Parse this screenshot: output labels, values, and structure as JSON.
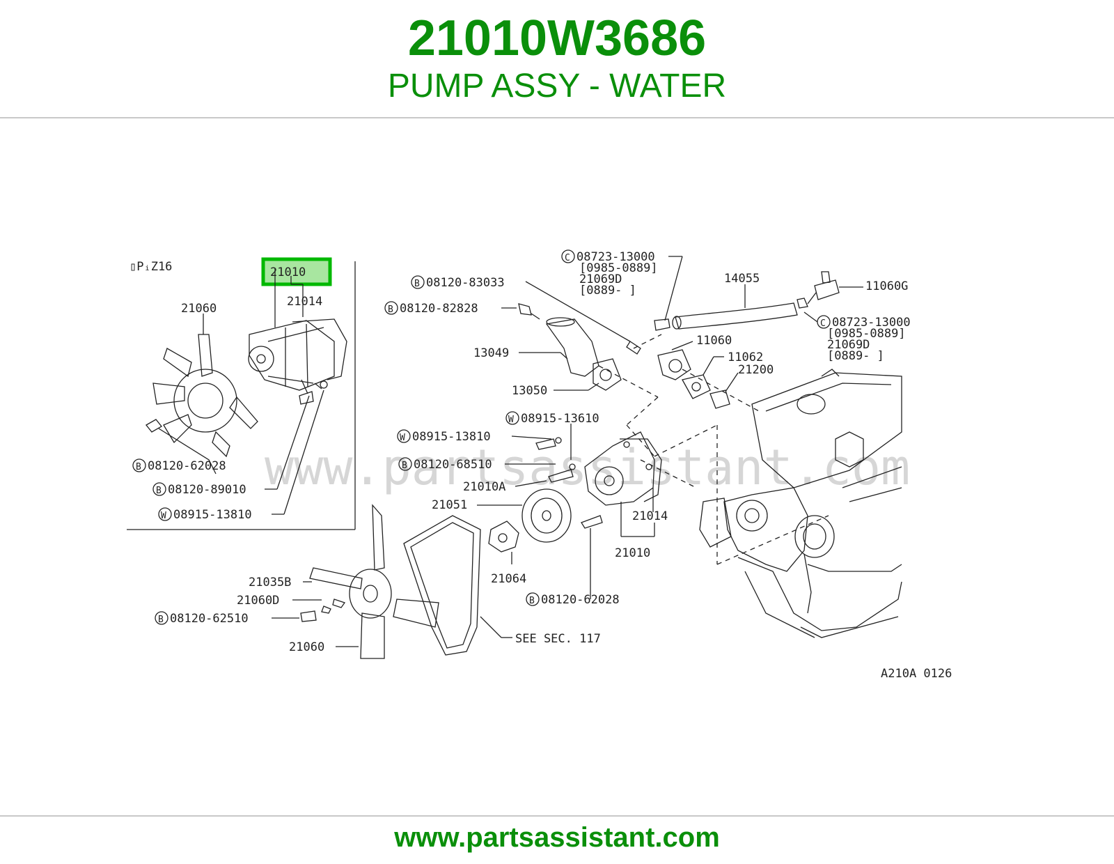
{
  "header": {
    "part_number": "21010W3686",
    "part_name": "PUMP ASSY - WATER"
  },
  "footer": {
    "url": "www.partsassistant.com"
  },
  "diagram": {
    "watermark": "www.partsassistant.com",
    "inset_title": "▯PᵢZ16",
    "highlighted_callout": "21010",
    "figure_code": "A210A 0126",
    "see_section": "SEE SEC. 117",
    "colors": {
      "highlight": "#00b800",
      "highlight_fill": "#a8e6a0",
      "line": "#222222"
    },
    "labels": {
      "inset_21014": "21014",
      "inset_21060": "21060",
      "inset_b_62028": "08120-62028",
      "inset_b_89010": "08120-89010",
      "inset_w_13810": "08915-13810",
      "c_13000_top": "08723-13000",
      "bracket_0985_top": "[0985-0889]",
      "p_21069d_top": "21069D",
      "bracket_0889_top": "[0889-    ]",
      "p_14055": "14055",
      "p_11060g": "11060G",
      "c_13000_right": "08723-13000",
      "bracket_0985_right": "[0985-0889]",
      "p_21069d_right": "21069D",
      "bracket_0889_right": "[0889-    ]",
      "b_83033": "08120-83033",
      "b_82828": "08120-82828",
      "p_13049": "13049",
      "p_11060": "11060",
      "p_11062": "11062",
      "p_21200": "21200",
      "p_13050": "13050",
      "w_13610": "08915-13610",
      "w_13810": "08915-13810",
      "b_68510": "08120-68510",
      "p_21010a": "21010A",
      "p_21051": "21051",
      "p_21014": "21014",
      "p_21010": "21010",
      "p_21064": "21064",
      "b_62028": "08120-62028",
      "p_21035b": "21035B",
      "p_21060d": "21060D",
      "b_62510": "08120-62510",
      "p_21060": "21060"
    },
    "symbols": {
      "bolt": "B",
      "washer": "W",
      "clamp": "C"
    }
  }
}
